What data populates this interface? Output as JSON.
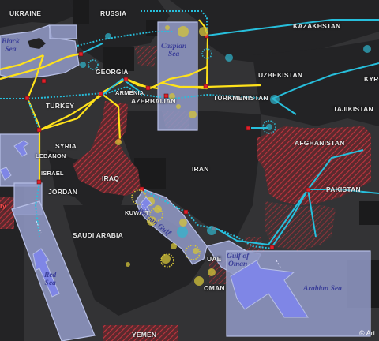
{
  "map": {
    "countries": {
      "ukraine": "UKRAINE",
      "russia": "RUSSIA",
      "kazakhstan": "KAZAKHSTAN",
      "georgia": "GEORGIA",
      "uzbekistan": "UZBEKISTAN",
      "kyrgyzstan": "KYRG",
      "armenia": "ARMENIA",
      "azerbaijan": "AZERBAIJAN",
      "turkey": "TURKEY",
      "turkmenistan": "TURKMENISTAN",
      "tajikistan": "TAJIKISTAN",
      "syria": "SYRIA",
      "afghanistan": "AFGHANISTAN",
      "lebanon": "LEBANON",
      "israel": "ISRAEL",
      "iraq": "IRAQ",
      "iran": "IRAN",
      "pakistan": "PAKISTAN",
      "jordan": "JORDAN",
      "kuwait": "KUWAIT",
      "saudi_arabia": "SAUDI ARABIA",
      "uae": "UAE",
      "oman": "OMAN",
      "yemen": "YEMEN",
      "egypt_partial": "ty"
    },
    "seas": {
      "black_sea": "Black\nSea",
      "caspian_sea": "Caspian\nSea",
      "persian_gulf": "Persian Gulf",
      "gulf_of_oman": "Gulf of\nOman",
      "red_sea": "Red\nSea",
      "arabian_sea": "Arabian Sea"
    },
    "copyright": "© Art",
    "colors": {
      "background": "#333335",
      "land_dark": "#222224",
      "sea_fill": "#8f97c4",
      "sea_stroke": "#b7bfe6",
      "hatch": "#b8313a",
      "pipeline_yellow": "#ffe21a",
      "pipeline_cyan": "#27bfdc",
      "node_red": "#e0202a",
      "oil_yellow": "#d4c43a",
      "gas_cyan": "#2fb6cf",
      "arrow": "#7f86e6",
      "label_text": "#e6e6e6",
      "sea_text": "#3b3f99"
    }
  }
}
